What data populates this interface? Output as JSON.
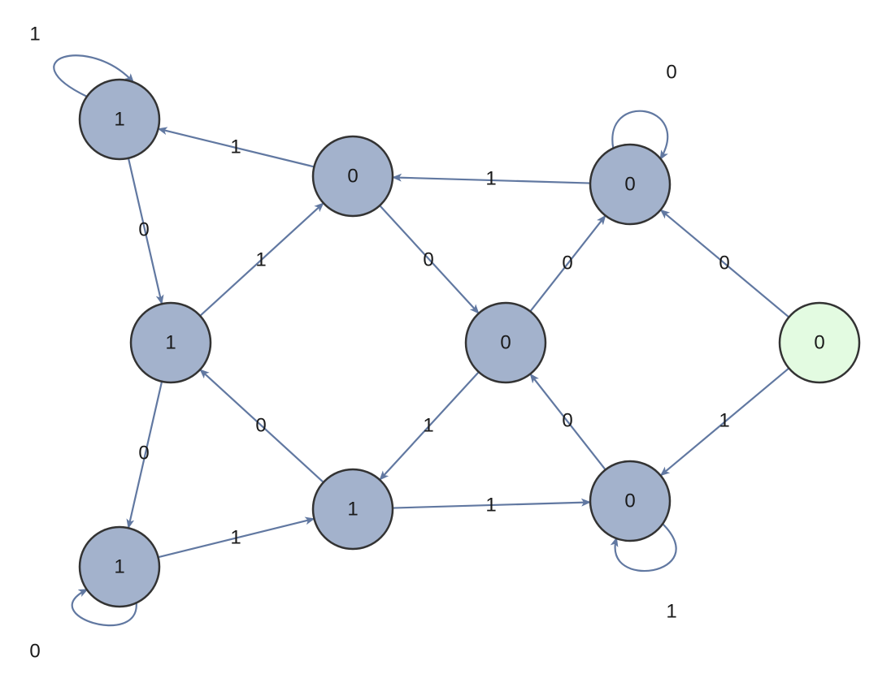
{
  "colors": {
    "edge": "#6178a1",
    "node_fill": "#a3b2cc",
    "start_node_fill": "#e3fbe1",
    "node_stroke": "#333333",
    "text": "#1a1a1a"
  },
  "nodes": [
    {
      "id": "n1",
      "label": "1"
    },
    {
      "id": "n2",
      "label": "0"
    },
    {
      "id": "n3",
      "label": "0"
    },
    {
      "id": "n4",
      "label": "1"
    },
    {
      "id": "n5",
      "label": "0"
    },
    {
      "id": "n6",
      "label": "0",
      "start": true
    },
    {
      "id": "n7",
      "label": "1"
    },
    {
      "id": "n8",
      "label": "1"
    },
    {
      "id": "n9",
      "label": "0"
    }
  ],
  "edges": [
    {
      "from": "n2",
      "to": "n1",
      "label": "1"
    },
    {
      "from": "n3",
      "to": "n2",
      "label": "1"
    },
    {
      "from": "n1",
      "to": "n4",
      "label": "0"
    },
    {
      "from": "n4",
      "to": "n2",
      "label": "1"
    },
    {
      "from": "n2",
      "to": "n5",
      "label": "0"
    },
    {
      "from": "n5",
      "to": "n3",
      "label": "0"
    },
    {
      "from": "n6",
      "to": "n3",
      "label": "0"
    },
    {
      "from": "n4",
      "to": "n7",
      "label": "0"
    },
    {
      "from": "n8",
      "to": "n4",
      "label": "0"
    },
    {
      "from": "n5",
      "to": "n8",
      "label": "1"
    },
    {
      "from": "n9",
      "to": "n5",
      "label": "0"
    },
    {
      "from": "n6",
      "to": "n9",
      "label": "1"
    },
    {
      "from": "n7",
      "to": "n8",
      "label": "1"
    },
    {
      "from": "n8",
      "to": "n9",
      "label": "1"
    }
  ],
  "loops": [
    {
      "node": "n1",
      "label": "1"
    },
    {
      "node": "n3",
      "label": "0"
    },
    {
      "node": "n7",
      "label": "0"
    },
    {
      "node": "n9",
      "label": "1"
    }
  ]
}
